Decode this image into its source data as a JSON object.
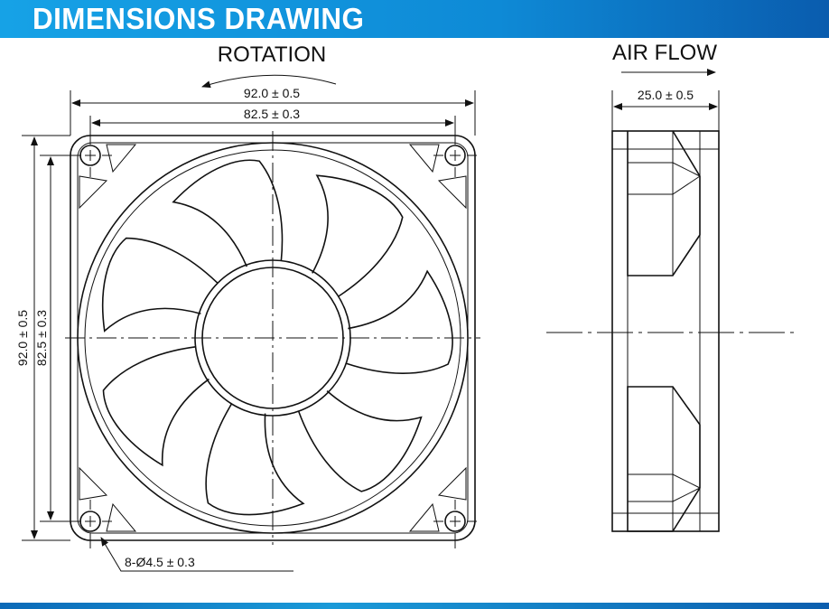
{
  "header": {
    "title": "DIMENSIONS DRAWING"
  },
  "front_view": {
    "rotation_label": "ROTATION",
    "width_outer": "92.0 ± 0.5",
    "width_hole": "82.5 ± 0.3",
    "height_outer": "92.0 ± 0.5",
    "height_hole": "82.5 ± 0.3",
    "hole_spec": "8-Ø4.5 ± 0.3"
  },
  "side_view": {
    "airflow_label": "AIR FLOW",
    "depth": "25.0 ± 0.5"
  },
  "colors": {
    "header_start": "#16a2e6",
    "header_end": "#0a5cae"
  }
}
